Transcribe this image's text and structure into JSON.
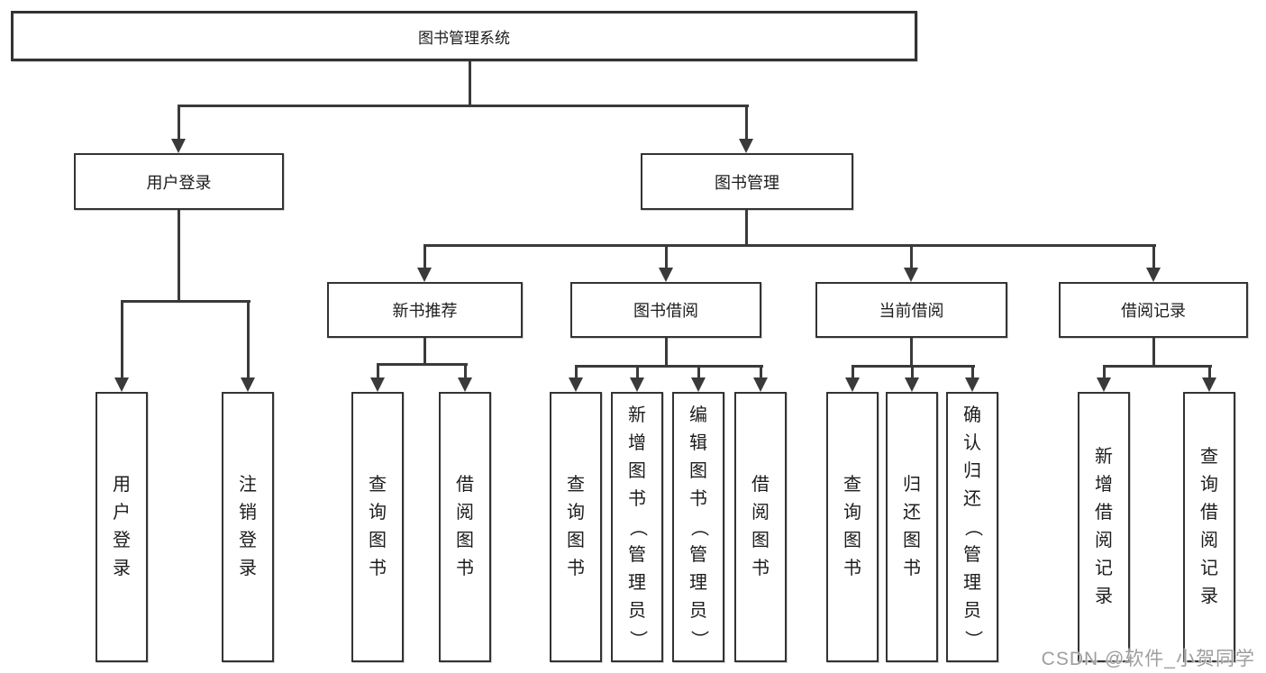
{
  "tree": {
    "root": {
      "label": "图书管理系统"
    },
    "branches": [
      {
        "label": "用户登录",
        "children": [
          {
            "label": "用户登录"
          },
          {
            "label": "注销登录"
          }
        ]
      },
      {
        "label": "图书管理",
        "sections": [
          {
            "label": "新书推荐",
            "children": [
              {
                "label": "查询图书"
              },
              {
                "label": "借阅图书"
              }
            ]
          },
          {
            "label": "图书借阅",
            "children": [
              {
                "label": "查询图书"
              },
              {
                "label": "新增图书（管理员）"
              },
              {
                "label": "编辑图书（管理员）"
              },
              {
                "label": "借阅图书"
              }
            ]
          },
          {
            "label": "当前借阅",
            "children": [
              {
                "label": "查询图书"
              },
              {
                "label": "归还图书"
              },
              {
                "label": "确认归还（管理员）"
              }
            ]
          },
          {
            "label": "借阅记录",
            "children": [
              {
                "label": "新增借阅记录"
              },
              {
                "label": "查询借阅记录"
              }
            ]
          }
        ]
      }
    ]
  },
  "watermark": "CSDN @软件_小贺同学",
  "colors": {
    "line": "#3a3a3a",
    "box_border": "#333333",
    "text": "#1c1c1c",
    "watermark": "#9e9e9e",
    "background": "#ffffff"
  }
}
